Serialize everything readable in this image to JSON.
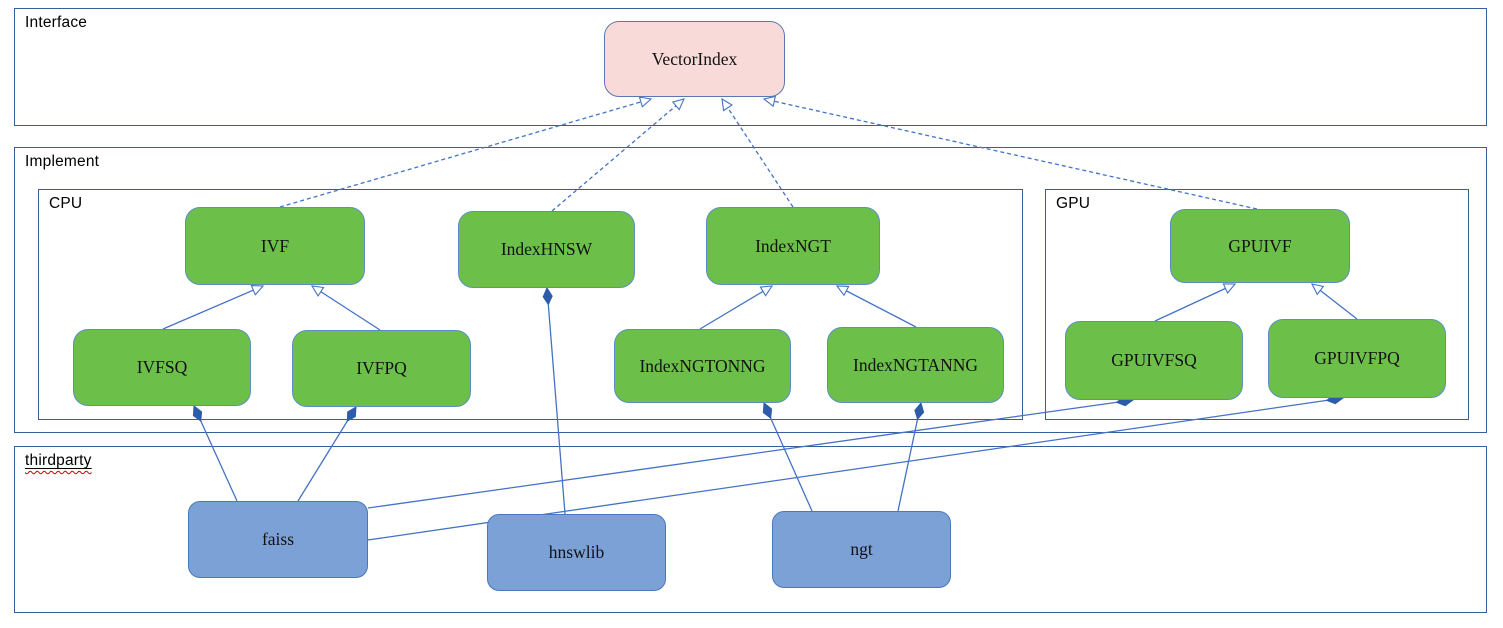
{
  "diagram": {
    "containers": {
      "interface": {
        "label": "Interface"
      },
      "implement": {
        "label": "Implement"
      },
      "cpu": {
        "label": "CPU"
      },
      "gpu": {
        "label": "GPU"
      },
      "thirdparty": {
        "label": "thirdparty"
      }
    },
    "nodes": {
      "vectorindex": {
        "label": "VectorIndex",
        "kind": "interface"
      },
      "ivf": {
        "label": "IVF",
        "kind": "implementation"
      },
      "indexhnsw": {
        "label": "IndexHNSW",
        "kind": "implementation"
      },
      "indexngt": {
        "label": "IndexNGT",
        "kind": "implementation"
      },
      "ivfsq": {
        "label": "IVFSQ",
        "kind": "implementation"
      },
      "ivfpq": {
        "label": "IVFPQ",
        "kind": "implementation"
      },
      "indexngtonng": {
        "label": "IndexNGTONNG",
        "kind": "implementation"
      },
      "indexngtanng": {
        "label": "IndexNGTANNG",
        "kind": "implementation"
      },
      "gpuivf": {
        "label": "GPUIVF",
        "kind": "implementation"
      },
      "gpuivfsq": {
        "label": "GPUIVFSQ",
        "kind": "implementation"
      },
      "gpuivfpq": {
        "label": "GPUIVFPQ",
        "kind": "implementation"
      },
      "faiss": {
        "label": "faiss",
        "kind": "thirdparty-library"
      },
      "hnswlib": {
        "label": "hnswlib",
        "kind": "thirdparty-library"
      },
      "ngt": {
        "label": "ngt",
        "kind": "thirdparty-library"
      }
    },
    "edges": [
      {
        "from": "ivf",
        "to": "vectorindex",
        "type": "realization"
      },
      {
        "from": "indexhnsw",
        "to": "vectorindex",
        "type": "realization"
      },
      {
        "from": "indexngt",
        "to": "vectorindex",
        "type": "realization"
      },
      {
        "from": "gpuivf",
        "to": "vectorindex",
        "type": "realization"
      },
      {
        "from": "ivfsq",
        "to": "ivf",
        "type": "generalization"
      },
      {
        "from": "ivfpq",
        "to": "ivf",
        "type": "generalization"
      },
      {
        "from": "indexngtonng",
        "to": "indexngt",
        "type": "generalization"
      },
      {
        "from": "indexngtanng",
        "to": "indexngt",
        "type": "generalization"
      },
      {
        "from": "gpuivfsq",
        "to": "gpuivf",
        "type": "generalization"
      },
      {
        "from": "gpuivfpq",
        "to": "gpuivf",
        "type": "generalization"
      },
      {
        "from": "faiss",
        "to": "ivfsq",
        "type": "composition"
      },
      {
        "from": "faiss",
        "to": "ivfpq",
        "type": "composition"
      },
      {
        "from": "faiss",
        "to": "gpuivfsq",
        "type": "composition"
      },
      {
        "from": "faiss",
        "to": "gpuivfpq",
        "type": "composition"
      },
      {
        "from": "hnswlib",
        "to": "indexhnsw",
        "type": "composition"
      },
      {
        "from": "ngt",
        "to": "indexngtonng",
        "type": "composition"
      },
      {
        "from": "ngt",
        "to": "indexngtanng",
        "type": "composition"
      }
    ],
    "colors": {
      "interface_node_fill": "#f8dbd8",
      "implementation_node_fill": "#6cc04a",
      "thirdparty_node_fill": "#7ca1d7",
      "connector": "#4472c4",
      "container_border": "#36609b",
      "spellcheck_underline": "#cc0000"
    }
  }
}
